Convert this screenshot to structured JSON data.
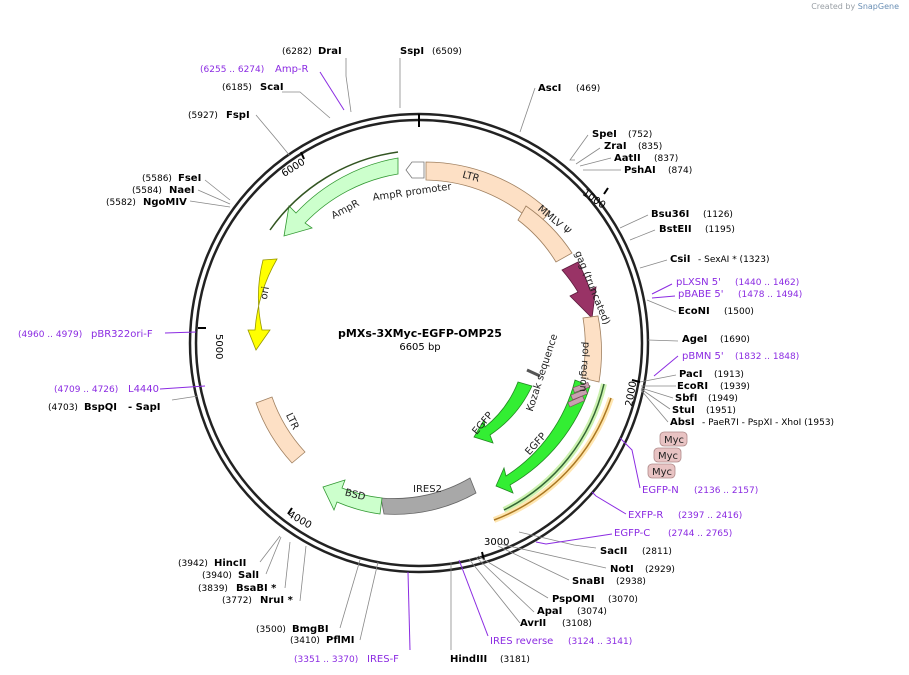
{
  "credit": {
    "prefix": "Created by",
    "brand": "SnapGene"
  },
  "plasmid": {
    "name": "pMXs-3XMyc-EGFP-OMP25",
    "length_label": "6605 bp"
  },
  "ticks": [
    "1000",
    "2000",
    "3000",
    "4000",
    "5000",
    "6000"
  ],
  "sites": [
    {
      "name": "DraI",
      "pos": "(6282)"
    },
    {
      "name": "SspI",
      "pos": "(6509)"
    },
    {
      "name": "ScaI",
      "pos": "(6185)"
    },
    {
      "name": "AscI",
      "pos": "(469)"
    },
    {
      "name": "FspI",
      "pos": "(5927)"
    },
    {
      "name": "SpeI",
      "pos": "(752)"
    },
    {
      "name": "ZraI",
      "pos": "(835)"
    },
    {
      "name": "AatII",
      "pos": "(837)"
    },
    {
      "name": "PshAI",
      "pos": "(874)"
    },
    {
      "name": "FseI",
      "pos": "(5586)"
    },
    {
      "name": "NaeI",
      "pos": "(5584)"
    },
    {
      "name": "NgoMIV",
      "pos": "(5582)"
    },
    {
      "name": "Bsu36I",
      "pos": "(1126)"
    },
    {
      "name": "BstEII",
      "pos": "(1195)"
    },
    {
      "name": "CsiI",
      "pos": "- SexAI *  (1323)"
    },
    {
      "name": "EcoNI",
      "pos": "(1500)"
    },
    {
      "name": "AgeI",
      "pos": "(1690)"
    },
    {
      "name": "PacI",
      "pos": "(1913)"
    },
    {
      "name": "EcoRI",
      "pos": "(1939)"
    },
    {
      "name": "SbfI",
      "pos": "(1949)"
    },
    {
      "name": "StuI",
      "pos": "(1951)"
    },
    {
      "name": "AbsI",
      "pos": "- PaeR7I   - PspXI  - XhoI   (1953)"
    },
    {
      "name": "BspQI",
      "pos": "- SapI"
    },
    {
      "name": "SacII",
      "pos": "(2811)"
    },
    {
      "name": "NotI",
      "pos": "(2929)"
    },
    {
      "name": "SnaBI",
      "pos": "(2938)"
    },
    {
      "name": "PspOMI",
      "pos": "(3070)"
    },
    {
      "name": "ApaI",
      "pos": "(3074)"
    },
    {
      "name": "AvrII",
      "pos": "(3108)"
    },
    {
      "name": "HindIII",
      "pos": "(3181)"
    },
    {
      "name": "HincII",
      "pos": "(3942)"
    },
    {
      "name": "SalI",
      "pos": "(3940)"
    },
    {
      "name": "BsaBI *",
      "pos": "(3839)"
    },
    {
      "name": "NruI *",
      "pos": "(3772)"
    },
    {
      "name": "BmgBI",
      "pos": "(3500)"
    },
    {
      "name": "PflMI",
      "pos": "(3410)"
    }
  ],
  "bspqi_pos": "(4703)",
  "primers": [
    {
      "name": "Amp-R",
      "pos": "(6255 .. 6274)"
    },
    {
      "name": "pLXSN 5'",
      "pos": "(1440 .. 1462)"
    },
    {
      "name": "pBABE 5'",
      "pos": "(1478 .. 1494)"
    },
    {
      "name": "pBMN 5'",
      "pos": "(1832 .. 1848)"
    },
    {
      "name": "pBR322ori-F",
      "pos": "(4960 .. 4979)"
    },
    {
      "name": "L4440",
      "pos": "(4709 .. 4726)"
    },
    {
      "name": "EGFP-N",
      "pos": "(2136 .. 2157)"
    },
    {
      "name": "EXFP-R",
      "pos": "(2397 .. 2416)"
    },
    {
      "name": "EGFP-C",
      "pos": "(2744 .. 2765)"
    },
    {
      "name": "IRES reverse",
      "pos": "(3124 .. 3141)"
    },
    {
      "name": "IRES-F",
      "pos": "(3351 .. 3370)"
    }
  ],
  "features": {
    "ltr": "LTR",
    "mmlv": "MMLV Ψ",
    "gag": "gag (truncated)",
    "pol": "pol region",
    "kozak": "Kozak sequence",
    "egfp": "EGFP",
    "egfp2": "EGFP",
    "ires2": "IRES2",
    "bsd": "BSD",
    "ltr2": "LTR",
    "ori": "ori",
    "ampr": "AmpR",
    "amprp": "AmpR promoter",
    "myc1": "Myc",
    "myc2": "Myc",
    "myc3": "Myc"
  },
  "colors": {
    "ltr": "#fde0c5",
    "gag": "#993366",
    "egfp": "#33ee33",
    "ori": "#ffff00",
    "ampr": "#ccffcc",
    "ires2": "#a8a8a8",
    "myc": "#e8c3c3",
    "primer": "#8b2be2"
  }
}
